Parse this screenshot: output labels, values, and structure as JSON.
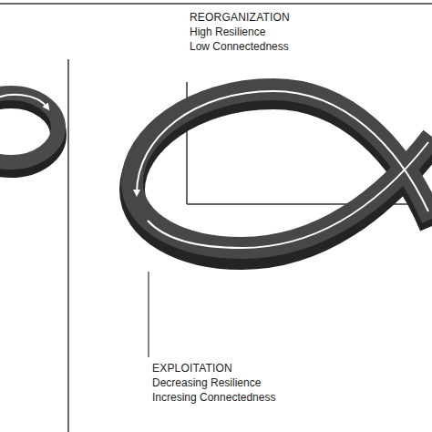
{
  "diagram": {
    "labels": [
      "REORGANIZATION",
      "High Resilience",
      "Low Connectedness",
      "EXPLOITATION",
      "Decreasing Resilience",
      "Incresing Connectedness"
    ]
  }
}
